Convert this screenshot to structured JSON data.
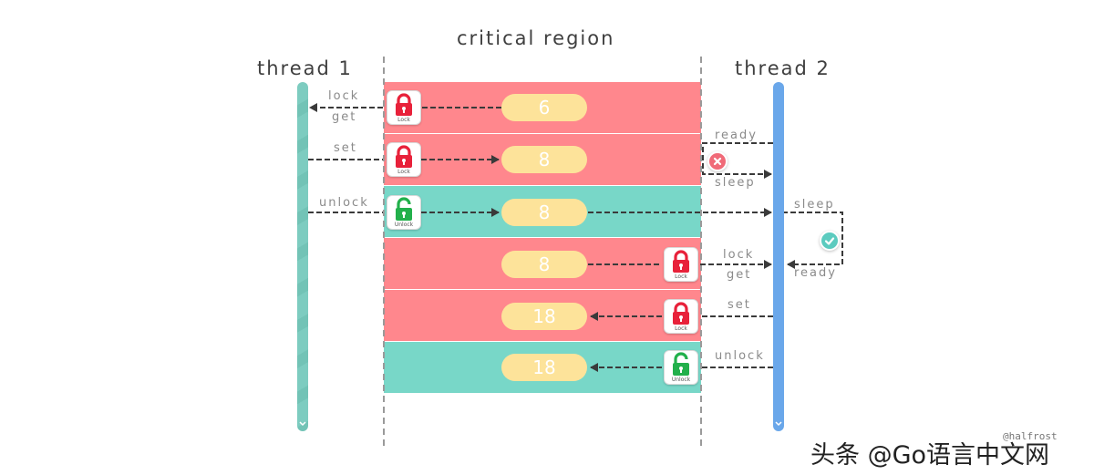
{
  "title": "critical region",
  "thread1": {
    "label": "thread 1"
  },
  "thread2": {
    "label": "thread 2"
  },
  "rows": [
    {
      "value": "6",
      "lock_caption": "Lock"
    },
    {
      "value": "8",
      "lock_caption": "Lock"
    },
    {
      "value": "8",
      "lock_caption": "Unlock"
    },
    {
      "value": "8",
      "lock_caption": "Lock"
    },
    {
      "value": "18",
      "lock_caption": "Lock"
    },
    {
      "value": "18",
      "lock_caption": "Unlock"
    }
  ],
  "labels": {
    "t1_lock": "lock",
    "t1_get": "get",
    "t1_set": "set",
    "t1_unlock": "unlock",
    "t2_ready1": "ready",
    "t2_sleep1": "sleep",
    "t2_sleep2": "sleep",
    "t2_ready2": "ready",
    "t2_lock": "lock",
    "t2_get": "get",
    "t2_set": "set",
    "t2_unlock": "unlock"
  },
  "watermark": {
    "credit": "@halfrost",
    "brand": "头条 @Go语言中文网"
  },
  "colors": {
    "lock_band": "#ff878d",
    "unlock_band": "#78d7c8",
    "pill": "#fde39a",
    "thread1_bar": "#7dccc0",
    "thread2_bar": "#6aa7ea",
    "lock_red": "#e8213a",
    "unlock_green": "#22b04b"
  },
  "icons": [
    "lock-icon",
    "unlock-icon",
    "error-icon",
    "check-icon",
    "chevron-down-icon"
  ]
}
